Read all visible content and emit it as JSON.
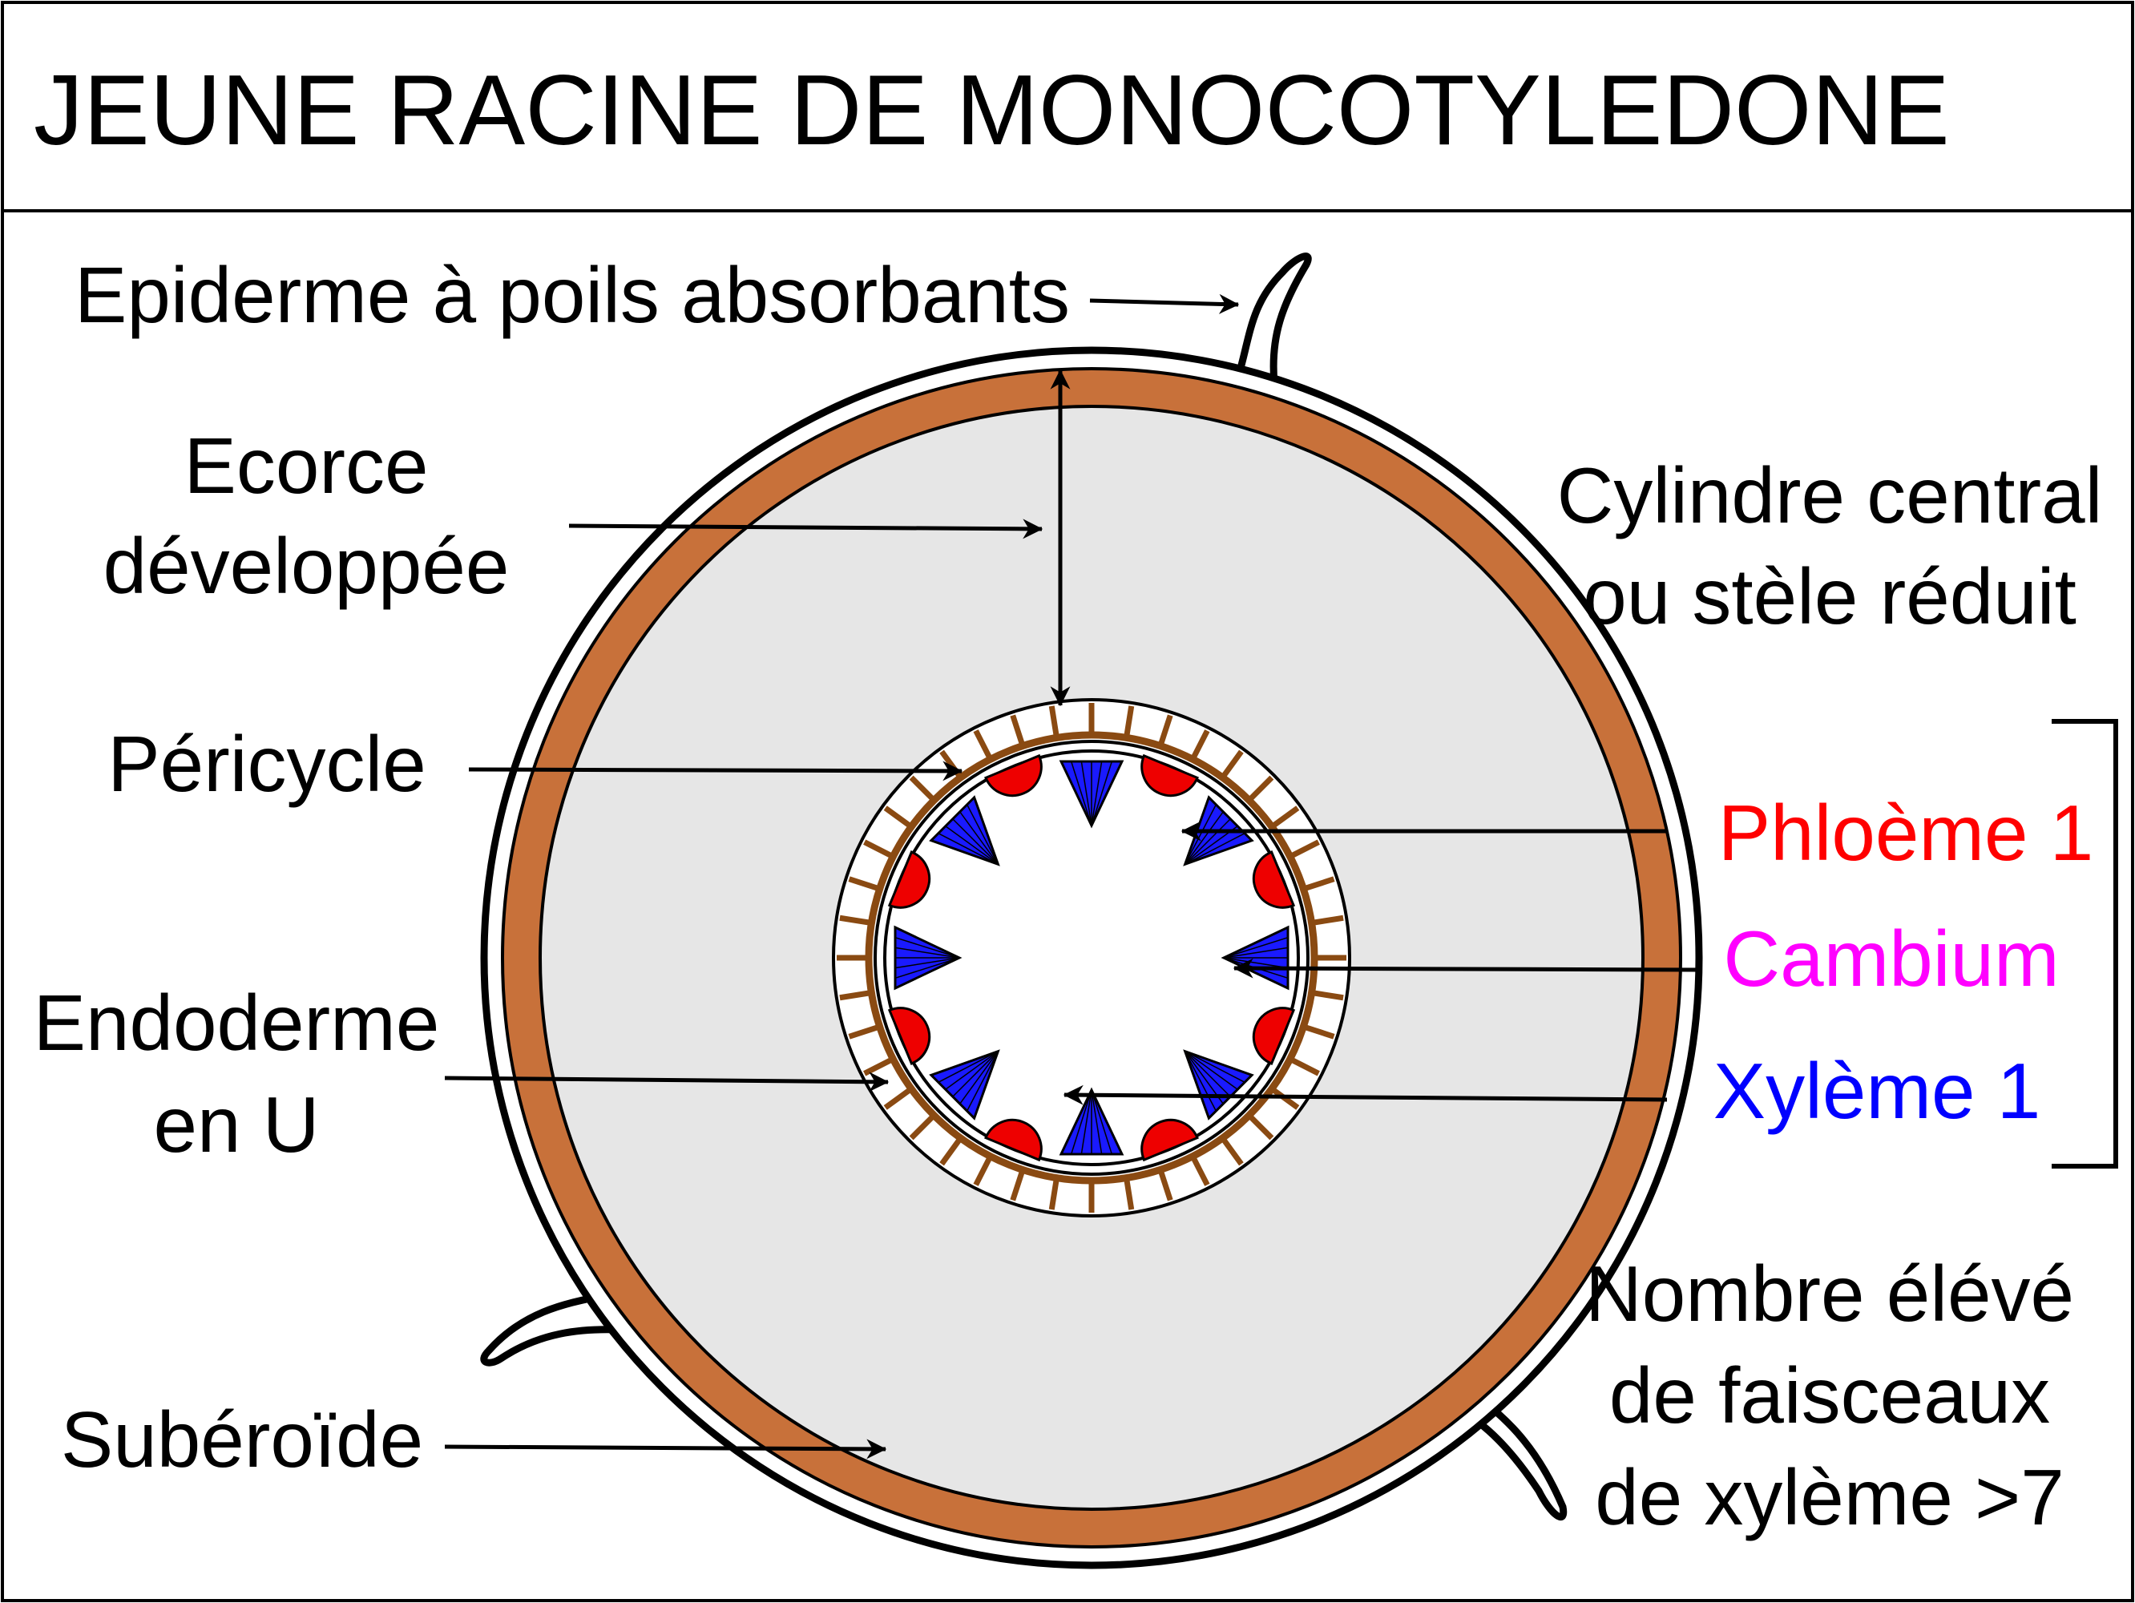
{
  "title": "JEUNE RACINE DE MONOCOTYLEDONE",
  "labels": {
    "epiderme": "Epiderme à poils absorbants",
    "ecorce": [
      "Ecorce",
      "développée"
    ],
    "pericycle": "Péricycle",
    "endoderme": [
      "Endoderme",
      "en U"
    ],
    "suberoide": "Subéroïde",
    "cylindre": [
      "Cylindre central",
      "ou stèle réduit"
    ],
    "phloeme": "Phloème 1",
    "cambium": "Cambium",
    "xyleme": "Xylème 1",
    "nombre": [
      "Nombre élévé",
      "de faisceaux",
      "de xylème >7"
    ]
  },
  "colors": {
    "phloeme": "#ff0000",
    "cambium": "#ff00ff",
    "xyleme": "#0000ff",
    "suberoide": "#c8713a",
    "ecorce": "#e6e6e6",
    "endoderme": "#8a4a12",
    "xyleme_fill": "#1a1aff",
    "phloeme_fill": "#ee0000"
  },
  "structure": {
    "xylem_bundle_count": 8,
    "phloem_bundle_count": 8
  }
}
